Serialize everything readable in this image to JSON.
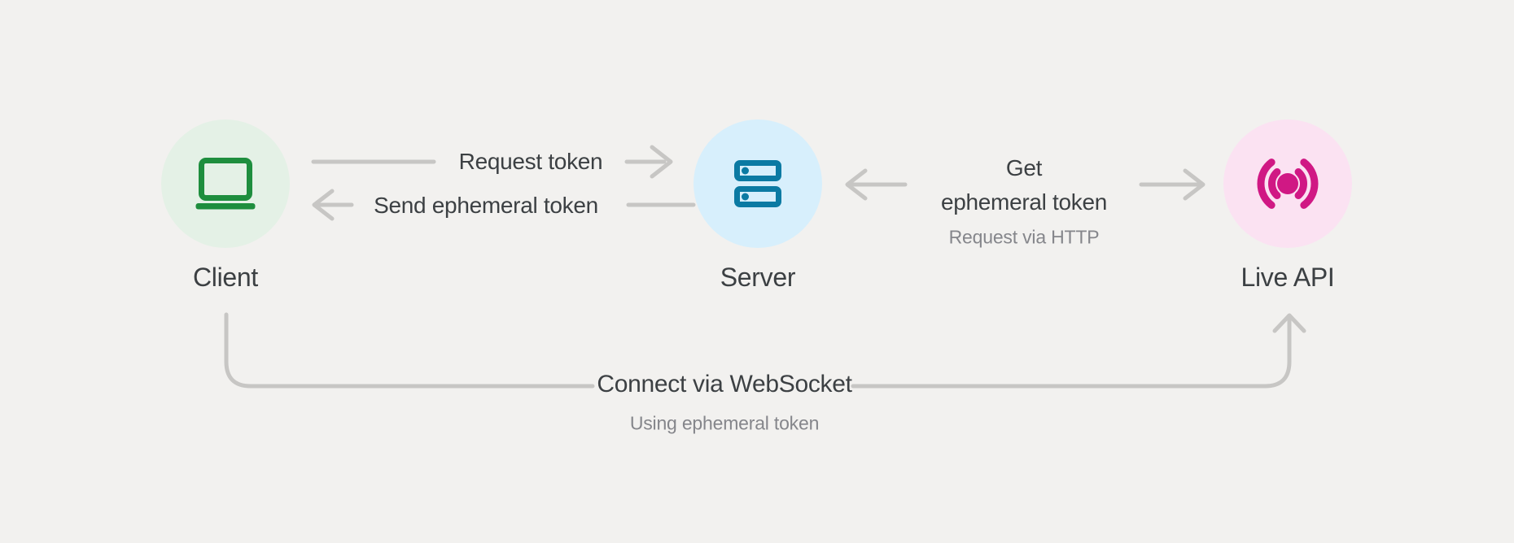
{
  "colors": {
    "background": "#F2F1EF",
    "connector": "#C7C6C4",
    "text_primary": "#3C4043",
    "text_secondary": "#85868B",
    "client_icon": "#1E8E3E",
    "client_circle": "#E4F1E6",
    "server_icon": "#0B7AA3",
    "server_circle": "#D7EFFC",
    "live_api_icon": "#D01884",
    "live_api_circle": "#FBE2F2"
  },
  "nodes": {
    "client": {
      "label": "Client",
      "icon": "laptop-icon"
    },
    "server": {
      "label": "Server",
      "icon": "server-icon"
    },
    "live_api": {
      "label": "Live API",
      "icon": "broadcast-icon"
    }
  },
  "edges": {
    "request_token": {
      "label": "Request token",
      "direction": "client-to-server"
    },
    "send_ephemeral_token": {
      "label": "Send ephemeral token",
      "direction": "server-to-client"
    },
    "get_ephemeral_token": {
      "label_line1": "Get",
      "label_line2": "ephemeral token",
      "sublabel": "Request via HTTP",
      "direction": "server-to-live-api"
    },
    "connect_websocket": {
      "label": "Connect via WebSocket",
      "sublabel": "Using ephemeral token",
      "direction": "client-to-live-api"
    }
  }
}
